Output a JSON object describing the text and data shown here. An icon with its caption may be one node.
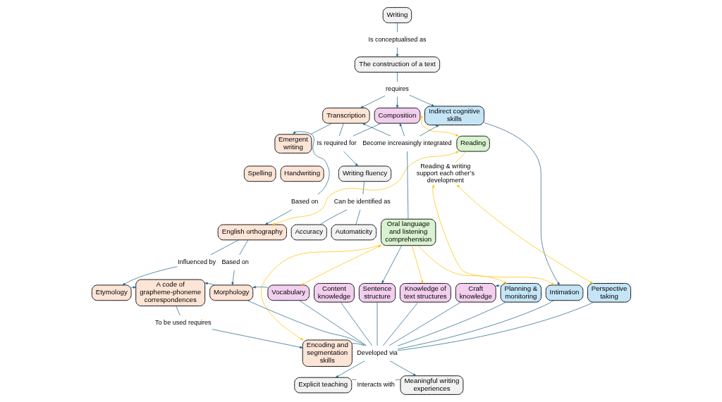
{
  "diagram": {
    "nodes": [
      {
        "text": [
          "Writing"
        ]
      },
      {
        "text": [
          "Is conceptualised as"
        ]
      },
      {
        "text": [
          "The construction of a text"
        ]
      },
      {
        "text": [
          "requires"
        ]
      },
      {
        "text": [
          "Transcription"
        ]
      },
      {
        "text": [
          "Composition"
        ]
      },
      {
        "text": [
          "Indirect cognitive skills"
        ]
      },
      {
        "text": [
          "Emergent writing"
        ]
      },
      {
        "text": [
          "Is required for"
        ]
      },
      {
        "text": [
          "Become increasingly integrated"
        ]
      },
      {
        "text": [
          "Reading"
        ]
      },
      {
        "text": [
          "Spelling"
        ]
      },
      {
        "text": [
          "Handwriting"
        ]
      },
      {
        "text": [
          "Writing fluency"
        ]
      },
      {
        "text": [
          "Based on"
        ]
      },
      {
        "text": [
          "Can be identified as"
        ]
      },
      {
        "text": [
          "Reading & writing support each other’s development"
        ]
      },
      {
        "text": [
          "English orthography"
        ]
      },
      {
        "text": [
          "Accuracy"
        ]
      },
      {
        "text": [
          "Automaticity"
        ]
      },
      {
        "text": [
          "Oral language and listening comprehension"
        ]
      },
      {
        "text": [
          "Influenced by"
        ]
      },
      {
        "text": [
          "Based on"
        ]
      },
      {
        "text": [
          "Etymology"
        ]
      },
      {
        "text": [
          "A code of grapheme-phoneme correspondences"
        ]
      },
      {
        "text": [
          "Morphology"
        ]
      },
      {
        "text": [
          "Vocabulary"
        ]
      },
      {
        "text": [
          "Content knowledge"
        ]
      },
      {
        "text": [
          "Sentence structure"
        ]
      },
      {
        "text": [
          "Knowledge of text structures"
        ]
      },
      {
        "text": [
          "Craft knowledge"
        ]
      },
      {
        "text": [
          "Planning & monitoring"
        ]
      },
      {
        "text": [
          "Intimation"
        ]
      },
      {
        "text": [
          "Perspective taking"
        ]
      },
      {
        "text": [
          "To be used requires"
        ]
      },
      {
        "text": [
          "Encoding and segmentation skills"
        ]
      },
      {
        "text": [
          "Developed via"
        ]
      },
      {
        "text": [
          "Explicit teaching"
        ]
      },
      {
        "text": [
          "Interacts with"
        ]
      },
      {
        "text": [
          "Meaningful writing experiences"
        ]
      }
    ],
    "edges": [
      {
        "from": 0,
        "to": 1,
        "arrow": "none"
      },
      {
        "from": 1,
        "to": 2,
        "arrow": "to"
      },
      {
        "from": 2,
        "to": 3,
        "arrow": "none"
      },
      {
        "from": 3,
        "to": 4,
        "arrow": "to"
      },
      {
        "from": 3,
        "to": 5,
        "arrow": "to"
      },
      {
        "from": 3,
        "to": 6,
        "arrow": "to"
      },
      {
        "from": 4,
        "to": 7,
        "arrow": "none"
      },
      {
        "from": 4,
        "to": 8,
        "arrow": "none"
      },
      {
        "from": 5,
        "to": 8,
        "arrow": "none"
      },
      {
        "from": 8,
        "to": 13,
        "arrow": "to"
      },
      {
        "from": 9,
        "to": 4,
        "arrow": "to"
      },
      {
        "from": 9,
        "to": 6,
        "arrow": "to"
      },
      {
        "from": 20,
        "to": 9,
        "arrow": "none"
      },
      {
        "from": 9,
        "to": 5,
        "arrow": "to"
      },
      {
        "from": 5,
        "to": 10,
        "arrow": "both",
        "color": "#ffc000"
      },
      {
        "from": 17,
        "to": 10,
        "arrow": "both",
        "color": "#ffc000"
      },
      {
        "from": 14,
        "to": 7,
        "arrow": "to"
      },
      {
        "from": 14,
        "to": 17,
        "arrow": "to"
      },
      {
        "from": 13,
        "to": 15,
        "arrow": "none"
      },
      {
        "from": 15,
        "to": 18,
        "arrow": "none"
      },
      {
        "from": 15,
        "to": 19,
        "arrow": "none"
      },
      {
        "from": 10,
        "to": 16,
        "arrow": "none",
        "color": "#ffc000"
      },
      {
        "from": 16,
        "to": 32,
        "arrow": "both",
        "color": "#ffc000"
      },
      {
        "from": 16,
        "to": 33,
        "arrow": "both",
        "color": "#ffc000"
      },
      {
        "from": 6,
        "to": 32,
        "arrow": "to"
      },
      {
        "from": 17,
        "to": 21,
        "arrow": "none"
      },
      {
        "from": 21,
        "to": 23,
        "arrow": "to"
      },
      {
        "from": 17,
        "to": 22,
        "arrow": "none"
      },
      {
        "from": 22,
        "to": 25,
        "arrow": "to"
      },
      {
        "from": 20,
        "to": 26,
        "arrow": "both",
        "color": "#ffc000"
      },
      {
        "from": 20,
        "to": 35,
        "arrow": "to",
        "color": "#ffc000"
      },
      {
        "from": 20,
        "to": 28,
        "arrow": "to"
      },
      {
        "from": 20,
        "to": 29,
        "arrow": "to",
        "color": "#ffc000"
      },
      {
        "from": 20,
        "to": 31,
        "arrow": "to",
        "color": "#ffc000"
      },
      {
        "from": 31,
        "to": 30,
        "arrow": "to"
      },
      {
        "from": 23,
        "to": 24,
        "arrow": "to"
      },
      {
        "from": 25,
        "to": 24,
        "arrow": "to"
      },
      {
        "from": 26,
        "to": 25,
        "arrow": "to"
      },
      {
        "from": 24,
        "to": 34,
        "arrow": "none"
      },
      {
        "from": 34,
        "to": 35,
        "arrow": "to"
      },
      {
        "from": 35,
        "to": 36,
        "arrow": "none"
      },
      {
        "from": 25,
        "to": 36,
        "arrow": "none"
      },
      {
        "from": 26,
        "to": 36,
        "arrow": "none"
      },
      {
        "from": 27,
        "to": 36,
        "arrow": "none"
      },
      {
        "from": 28,
        "to": 36,
        "arrow": "none"
      },
      {
        "from": 29,
        "to": 36,
        "arrow": "none"
      },
      {
        "from": 30,
        "to": 36,
        "arrow": "none"
      },
      {
        "from": 31,
        "to": 36,
        "arrow": "none"
      },
      {
        "from": 32,
        "to": 36,
        "arrow": "none"
      },
      {
        "from": 33,
        "to": 36,
        "arrow": "none"
      },
      {
        "from": 36,
        "to": 37,
        "arrow": "to"
      },
      {
        "from": 36,
        "to": 39,
        "arrow": "to"
      },
      {
        "from": 37,
        "to": 38,
        "arrow": "none"
      },
      {
        "from": 38,
        "to": 39,
        "arrow": "none"
      }
    ]
  }
}
